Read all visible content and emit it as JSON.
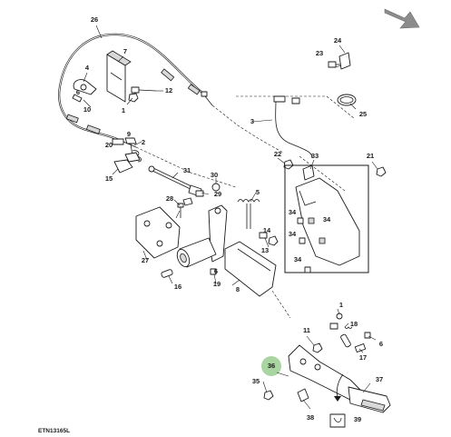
{
  "figure": {
    "reference_code": "ETN13165L",
    "highlight_color": "#a8d5a0",
    "direction_arrow_icon": "arrow-down-right-icon"
  },
  "callouts": {
    "p1": "1",
    "p2": "2",
    "p3": "3",
    "p4": "4",
    "p5": "5",
    "p6": "6",
    "p7": "7",
    "p8": "8",
    "p9": "9",
    "p10": "10",
    "p11": "11",
    "p12": "12",
    "p13": "13",
    "p14": "14",
    "p15": "15",
    "p16": "16",
    "p17": "17",
    "p18": "18",
    "p19": "19",
    "p20": "20",
    "p21": "21",
    "p22": "22",
    "p23": "23",
    "p24": "24",
    "p25": "25",
    "p26": "26",
    "p27": "27",
    "p28": "28",
    "p29": "29",
    "p30": "30",
    "p31": "31",
    "p33": "33",
    "p34a": "34",
    "p34b": "34",
    "p34c": "34",
    "p34d": "34",
    "p35": "35",
    "p36": "36",
    "p37": "37",
    "p38": "38",
    "p39": "39"
  }
}
